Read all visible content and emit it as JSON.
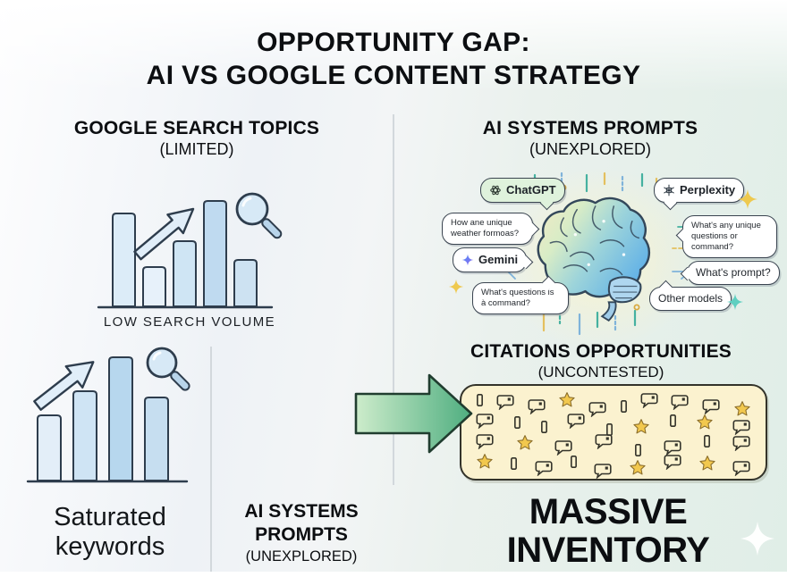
{
  "title": {
    "line1": "OPPORTUNITY GAP:",
    "line2": "AI VS GOOGLE CONTENT STRATEGY"
  },
  "left": {
    "header": "GOOGLE SEARCH TOPICS",
    "subheader": "(LIMITED)",
    "chart1": {
      "bar_heights": [
        104,
        44,
        73,
        118,
        52
      ],
      "caption": "LOW SEARCH VOLUME",
      "bar_colors": [
        "#dcecf8",
        "#e7f1fa",
        "#cfe5f4",
        "#bfdaf0",
        "#cde2f2"
      ]
    },
    "chart2": {
      "bar_heights": [
        73,
        100,
        138,
        93
      ],
      "bar_colors": [
        "#e3eef8",
        "#cfe4f4",
        "#b7d7ee",
        "#c6def0"
      ]
    },
    "footer_line1": "Saturated",
    "footer_line2": "keywords"
  },
  "mid": {
    "label_line1": "AI SYSTEMS",
    "label_line2": "PROMPTS",
    "label_line3": "(UNEXPLORED)"
  },
  "right": {
    "header": "AI SYSTEMS PROMPTS",
    "subheader": "(UNEXPLORED)",
    "bubbles": {
      "chatgpt": "ChatGPT",
      "perplexity": "Perplexity",
      "gemini": "Gemini",
      "q_weather": "How ane unique weather formoas?",
      "q_unique": "What's any unique questions or command?",
      "q_questions": "What's questions is à command?",
      "q_prompt": "What's prompt?",
      "q_other": "Other models"
    },
    "citations_header": "CITATIONS OPPORTUNITIES",
    "citations_subheader": "(UNCONTESTED)",
    "inventory_line1": "MASSIVE",
    "inventory_line2": "INVENTORY"
  },
  "citations_box": {
    "rows": [
      [
        "rect",
        "bubble",
        "bubble",
        "star",
        "bubble",
        "rect",
        "bubble",
        "bubble",
        "bubble",
        "star"
      ],
      [
        "bubble",
        "rect",
        "rect",
        "bubble",
        "rect",
        "star",
        "rect",
        "star",
        "bubble"
      ],
      [
        "bubble",
        "star",
        "bubble",
        "bubble",
        "rect",
        "bubble",
        "rect",
        "bubble"
      ],
      [
        "star",
        "rect",
        "bubble",
        "rect",
        "bubble",
        "star",
        "bubble",
        "star",
        "bubble"
      ]
    ]
  },
  "icons": {
    "magnifier": "magnifying-glass",
    "growth_arrow": "up-right-arrow",
    "brain": "ai-brain",
    "speech_bubble": "chat-bubble-outline",
    "star": "gold-star",
    "sparkle": "four-point-sparkle"
  },
  "colors": {
    "ink": "#0c0e11",
    "outline_blue": "#2e3d4d",
    "divider": "#d2d8dc",
    "arrow_green_light": "#cdeccb",
    "arrow_green_dark": "#4fae80",
    "box_bg": "#fbf2cf",
    "box_border": "#33332a",
    "star_gold": "#f2c84e",
    "bubble_border": "#3a4450",
    "chatgpt_bg": "#dff2dc",
    "bg_left": "#eef2f6",
    "bg_right": "#e0eee7",
    "sparkle_teal": "#5ecfc0",
    "icon_arrow_fill": "#e1eef9",
    "lens_fill": "#d7e9f6",
    "handle_fill": "#b8d4ea"
  }
}
